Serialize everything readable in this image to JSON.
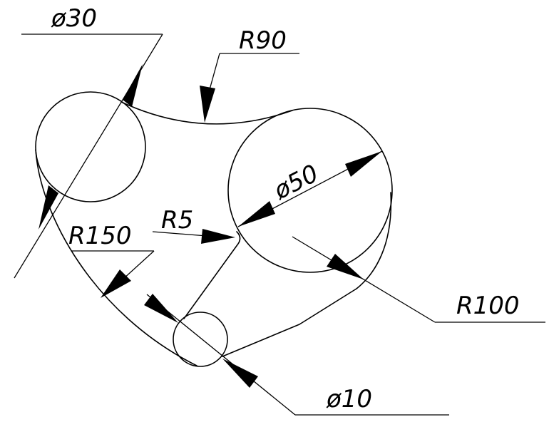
{
  "labels": {
    "dia30": "ø30",
    "r90": "R90",
    "dia50": "ø50",
    "r5": "R5",
    "r150": "R150",
    "r100": "R100",
    "dia10": "ø10"
  },
  "colors": {
    "line": "#000000",
    "background": "#ffffff"
  }
}
